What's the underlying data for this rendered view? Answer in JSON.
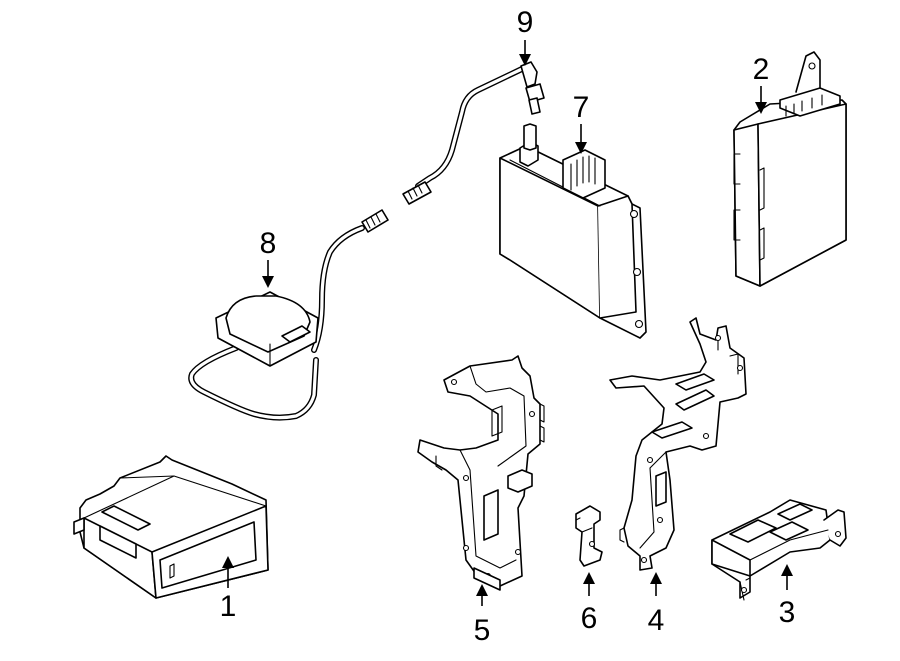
{
  "diagram": {
    "callouts": [
      {
        "number": "1",
        "part": "radio-receiver-unit"
      },
      {
        "number": "2",
        "part": "control-module"
      },
      {
        "number": "3",
        "part": "mounting-tray"
      },
      {
        "number": "4",
        "part": "right-bracket"
      },
      {
        "number": "5",
        "part": "left-bracket"
      },
      {
        "number": "6",
        "part": "small-clip"
      },
      {
        "number": "7",
        "part": "navigation-module"
      },
      {
        "number": "8",
        "part": "gps-antenna"
      },
      {
        "number": "9",
        "part": "antenna-cable"
      }
    ]
  }
}
